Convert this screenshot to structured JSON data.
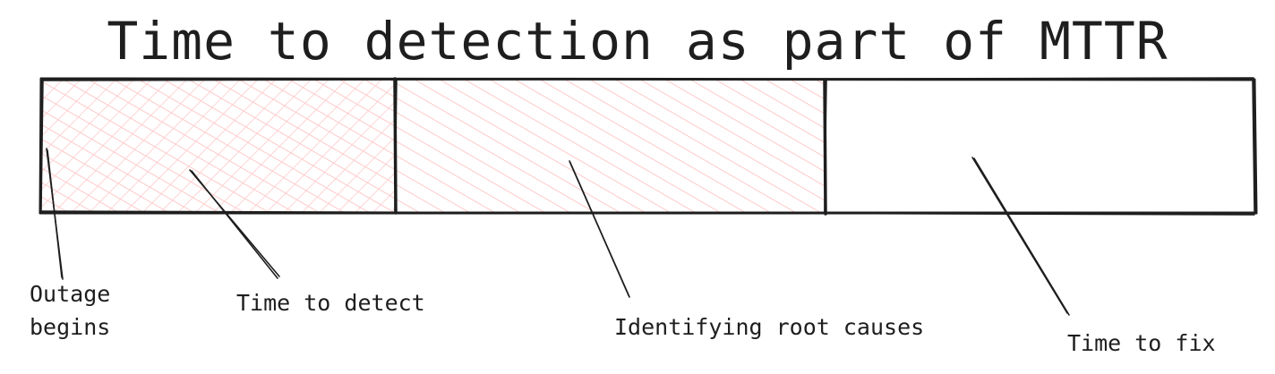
{
  "title": "Time to detection as part of MTTR",
  "segments": [
    {
      "id": "detect",
      "label": "Time to detect",
      "fill": "cross-hatch",
      "color": "#ffc9c9"
    },
    {
      "id": "identify",
      "label": "Identifying root causes",
      "fill": "hatch",
      "color": "#ffc9c9"
    },
    {
      "id": "fix",
      "label": "Time to fix",
      "fill": "none",
      "color": "#ffffff"
    }
  ],
  "markers": [
    {
      "id": "outage",
      "label": "Outage\nbegins"
    }
  ],
  "colors": {
    "stroke": "#1e1e1e",
    "hatch": "#ffc9c9"
  }
}
